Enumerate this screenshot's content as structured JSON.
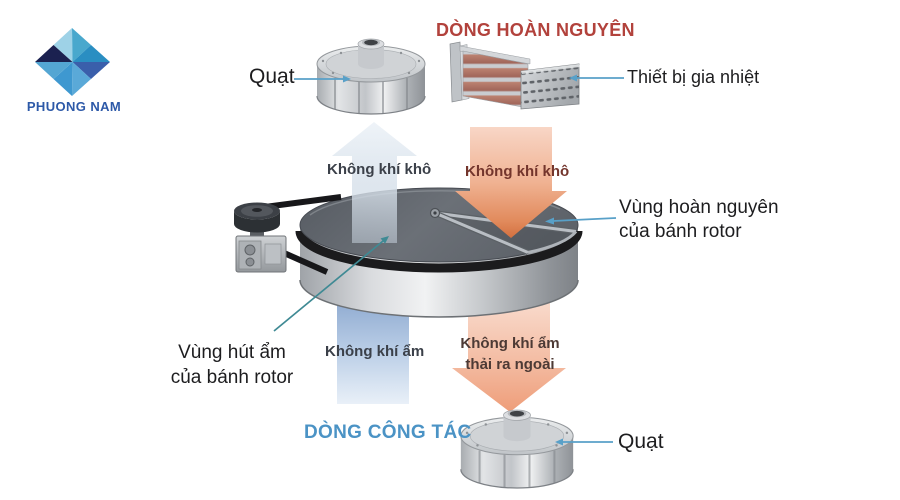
{
  "logo": {
    "text": "PHUONG NAM",
    "color": "#2d59a8"
  },
  "flow_titles": {
    "regeneration": "DÒNG HOÀN NGUYÊN",
    "working": "DÒNG CÔNG TÁC"
  },
  "labels": {
    "fan_top": "Quạt",
    "fan_bottom": "Quạt",
    "heater": "Thiết bị gia nhiệt",
    "regen_zone": [
      "Vùng hoàn nguyên",
      "của bánh rotor"
    ],
    "absorb_zone": [
      "Vùng hút ẩm",
      "của bánh rotor"
    ]
  },
  "arrows": {
    "dry_air_left": "Không khí khô",
    "dry_air_right": "Không khí khô",
    "moist_air_in": "Không khí ẩm",
    "moist_air_out": [
      "Không khí ẩm",
      "thải ra ngoài"
    ]
  },
  "colors": {
    "regen_title": "#b2423c",
    "working_title": "#4b93c5",
    "leader_line": "#58a0c8",
    "leader_line_teal": "#3f8a94",
    "arrow_orange": "#e08a5e",
    "arrow_blue_light": "#b9cde6",
    "rotor_top": "#60656c",
    "logo_navy": "#1b2150"
  }
}
